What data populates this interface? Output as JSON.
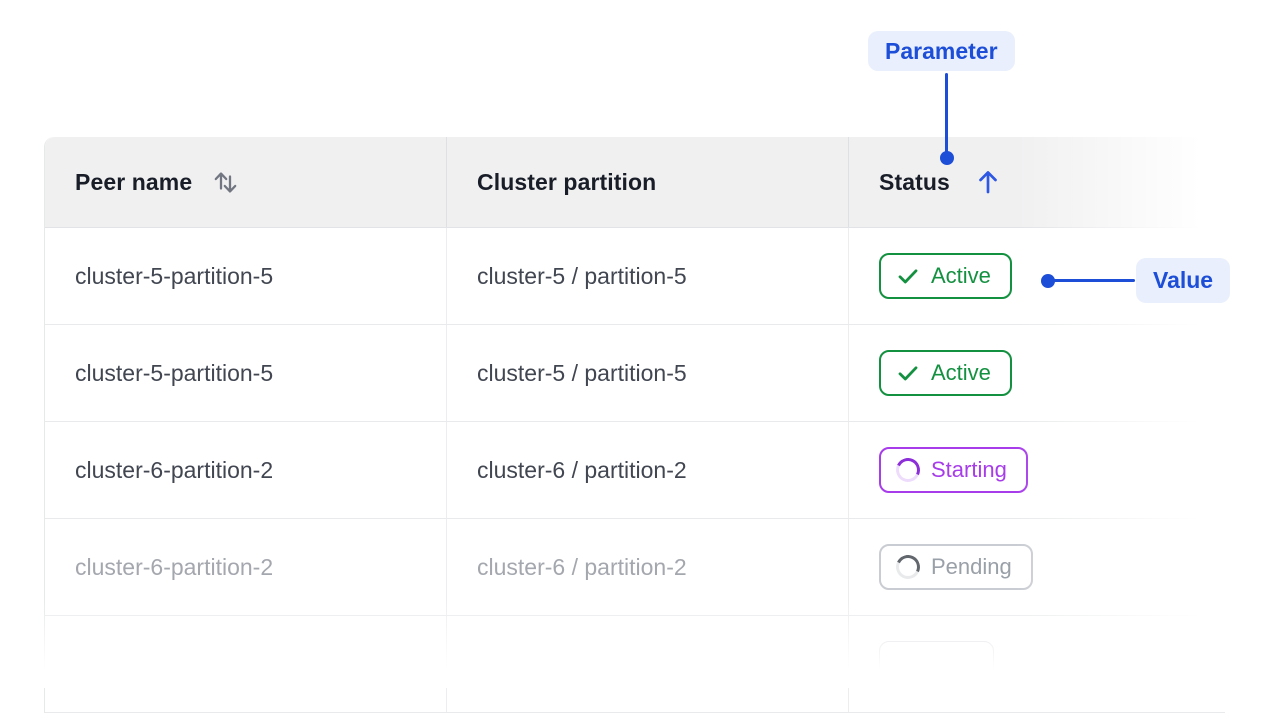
{
  "colors": {
    "accent_blue": "#1d4ed8",
    "annotation_pill_bg": "#e9effc",
    "header_bg": "#f0f0f1",
    "status_active": "#149140",
    "status_starting": "#a73cea",
    "status_pending": "#9aa0a8"
  },
  "annotations": {
    "parameter": {
      "label": "Parameter"
    },
    "value": {
      "label": "Value"
    }
  },
  "table": {
    "headers": [
      {
        "label": "Peer name",
        "sort_icon": "sort-updown"
      },
      {
        "label": "Cluster partition",
        "sort_icon": null
      },
      {
        "label": "Status",
        "sort_icon": "sort-ascending"
      }
    ],
    "rows": [
      {
        "peer_name": "cluster-5-partition-5",
        "cluster_partition": "cluster-5 / partition-5",
        "status": "Active",
        "state": "active",
        "muted": false
      },
      {
        "peer_name": "cluster-5-partition-5",
        "cluster_partition": "cluster-5 / partition-5",
        "status": "Active",
        "state": "active",
        "muted": false
      },
      {
        "peer_name": "cluster-6-partition-2",
        "cluster_partition": "cluster-6 / partition-2",
        "status": "Starting",
        "state": "starting",
        "muted": false
      },
      {
        "peer_name": "cluster-6-partition-2",
        "cluster_partition": "cluster-6 / partition-2",
        "status": "Pending",
        "state": "pending",
        "muted": true
      },
      {
        "peer_name": "",
        "cluster_partition": "",
        "status": "",
        "state": "partial",
        "muted": true
      }
    ]
  }
}
